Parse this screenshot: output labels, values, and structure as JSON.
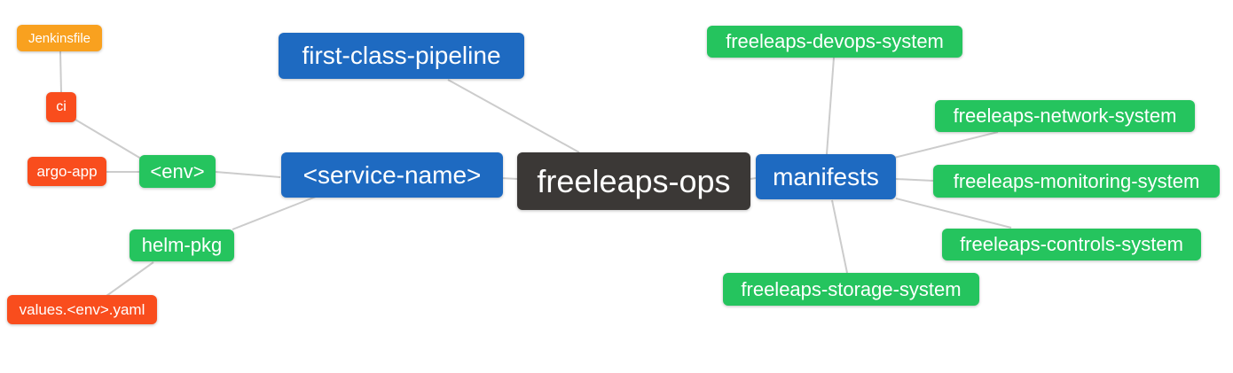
{
  "diagram": {
    "type": "mindmap",
    "root": "freeleaps-ops"
  },
  "colors": {
    "blue": "#1e6ac1",
    "green": "#25c45e",
    "orange": "#f9a11f",
    "red": "#f94d1d",
    "dark": "#3b3836",
    "connector": "#cccccc",
    "node_text": "#ffffff",
    "background": "#ffffff"
  },
  "nodes": [
    {
      "id": "jenkinsfile",
      "label": "Jenkinsfile",
      "color": "orange"
    },
    {
      "id": "ci",
      "label": "ci",
      "color": "red"
    },
    {
      "id": "argo-app",
      "label": "argo-app",
      "color": "red"
    },
    {
      "id": "env",
      "label": "<env>",
      "color": "green"
    },
    {
      "id": "helm-pkg",
      "label": "helm-pkg",
      "color": "green"
    },
    {
      "id": "values-env-yaml",
      "label": "values.<env>.yaml",
      "color": "red"
    },
    {
      "id": "first-class-pipeline",
      "label": "first-class-pipeline",
      "color": "blue"
    },
    {
      "id": "service-name",
      "label": "<service-name>",
      "color": "blue"
    },
    {
      "id": "freeleaps-ops",
      "label": "freeleaps-ops",
      "color": "dark"
    },
    {
      "id": "manifests",
      "label": "manifests",
      "color": "blue"
    },
    {
      "id": "freeleaps-devops-system",
      "label": "freeleaps-devops-system",
      "color": "green"
    },
    {
      "id": "freeleaps-network-system",
      "label": "freeleaps-network-system",
      "color": "green"
    },
    {
      "id": "freeleaps-monitoring-system",
      "label": "freeleaps-monitoring-system",
      "color": "green"
    },
    {
      "id": "freeleaps-controls-system",
      "label": "freeleaps-controls-system",
      "color": "green"
    },
    {
      "id": "freeleaps-storage-system",
      "label": "freeleaps-storage-system",
      "color": "green"
    }
  ],
  "edges": [
    {
      "from": "jenkinsfile",
      "to": "ci"
    },
    {
      "from": "ci",
      "to": "env"
    },
    {
      "from": "argo-app",
      "to": "env"
    },
    {
      "from": "env",
      "to": "service-name"
    },
    {
      "from": "helm-pkg",
      "to": "service-name"
    },
    {
      "from": "helm-pkg",
      "to": "values-env-yaml"
    },
    {
      "from": "first-class-pipeline",
      "to": "freeleaps-ops"
    },
    {
      "from": "service-name",
      "to": "freeleaps-ops"
    },
    {
      "from": "freeleaps-ops",
      "to": "manifests"
    },
    {
      "from": "manifests",
      "to": "freeleaps-devops-system"
    },
    {
      "from": "manifests",
      "to": "freeleaps-network-system"
    },
    {
      "from": "manifests",
      "to": "freeleaps-monitoring-system"
    },
    {
      "from": "manifests",
      "to": "freeleaps-controls-system"
    },
    {
      "from": "manifests",
      "to": "freeleaps-storage-system"
    }
  ]
}
